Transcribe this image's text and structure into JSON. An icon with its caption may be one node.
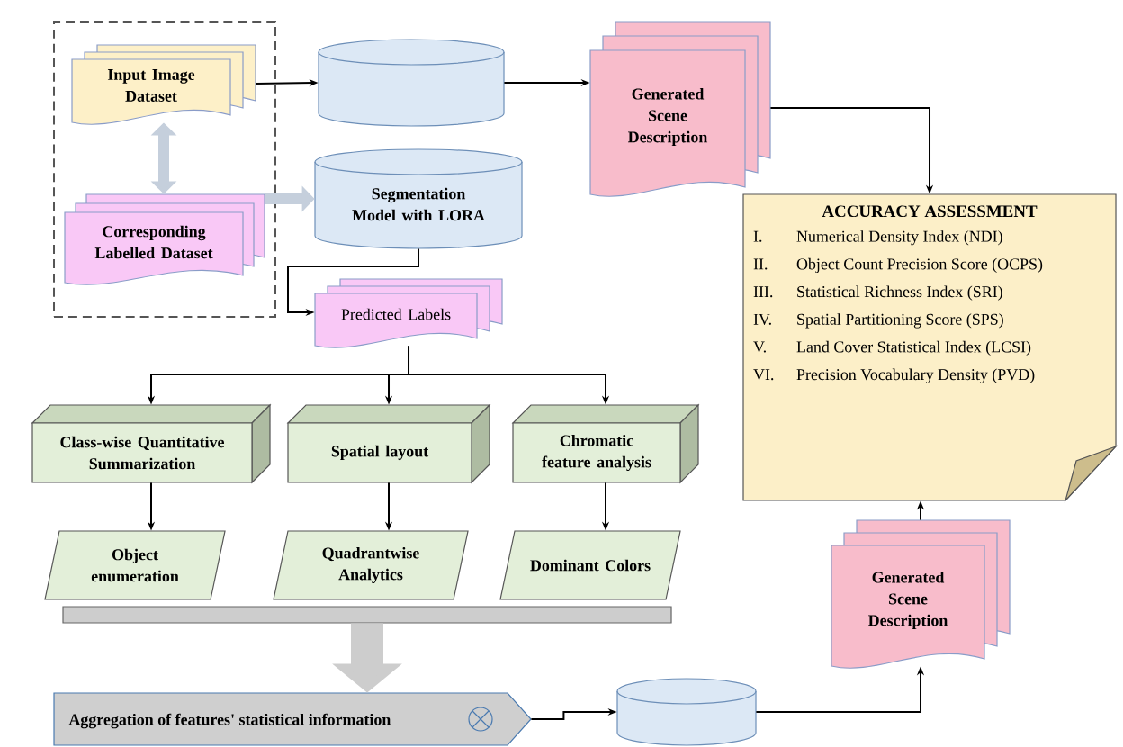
{
  "diagram": {
    "nodes": [
      {
        "text": [],
        "shape": "box"
      },
      {
        "text": [
          "Input Image Dataset"
        ],
        "in": 0
      },
      {
        "text": [
          "Corresponding Labelled Dataset"
        ],
        "in": 0
      },
      {
        "text": [],
        "shape": "cylinder"
      },
      {
        "text": [
          "Generated Scene Description"
        ]
      },
      {
        "text": [
          "Segmentation Model with LORA"
        ]
      },
      {
        "text": [
          "Predicted Labels"
        ]
      },
      {
        "text": [
          "ACCURACY ASSESSMENT",
          "I.",
          "Numerical Density Index (NDI)",
          "II.",
          "Object Count Precision Score (OCPS)",
          "III.",
          "Statistical Richness Index (SRI)",
          "IV.",
          "Spatial Partitioning Score (SPS)",
          "V.",
          "Land Cover Statistical Index (LCSI)",
          "VI.",
          "Precision Vocabulary Density (PVD)"
        ]
      },
      {
        "text": [
          "Class-wise Quantitative Summarization"
        ]
      },
      {
        "text": [
          "Spatial layout"
        ]
      },
      {
        "text": [
          "Chromatic feature analysis"
        ]
      },
      {
        "text": [
          "Object enumeration"
        ]
      },
      {
        "text": [
          "Quadrantwise Analytics"
        ]
      },
      {
        "text": [
          "Dominant Colors"
        ]
      },
      {
        "text": [],
        "shape": "bar"
      },
      {
        "text": [
          "Aggregation of features' statistical information"
        ]
      },
      {
        "text": [],
        "shape": "cylinder"
      },
      {
        "text": [
          "Generated Scene Description"
        ]
      }
    ],
    "edges": [
      {
        "from": 1,
        "to": 3,
        "arrow": "to"
      },
      {
        "from": 1,
        "to": 2,
        "arrow": "both",
        "style": "thick",
        "color": "#c5cfdc"
      },
      {
        "from": 2,
        "to": 5,
        "arrow": "to",
        "style": "thick",
        "color": "#c5cfdc"
      },
      {
        "from": 3,
        "to": 4,
        "arrow": "to"
      },
      {
        "from": 4,
        "to": 7,
        "arrow": "to"
      },
      {
        "from": 5,
        "to": 6,
        "arrow": "to"
      },
      {
        "from": 6,
        "to": 8,
        "arrow": "to"
      },
      {
        "from": 6,
        "to": 9,
        "arrow": "to"
      },
      {
        "from": 6,
        "to": 10,
        "arrow": "to"
      },
      {
        "from": 8,
        "to": 11,
        "arrow": "to"
      },
      {
        "from": 9,
        "to": 12,
        "arrow": "to"
      },
      {
        "from": 10,
        "to": 13,
        "arrow": "to"
      },
      {
        "from": 14,
        "to": 15,
        "arrow": "to",
        "style": "thick",
        "color": "#cdcdcd"
      },
      {
        "from": 15,
        "to": 16,
        "arrow": "to"
      },
      {
        "from": 16,
        "to": 17,
        "arrow": "to"
      },
      {
        "from": 17,
        "to": 7,
        "arrow": "to"
      }
    ]
  }
}
